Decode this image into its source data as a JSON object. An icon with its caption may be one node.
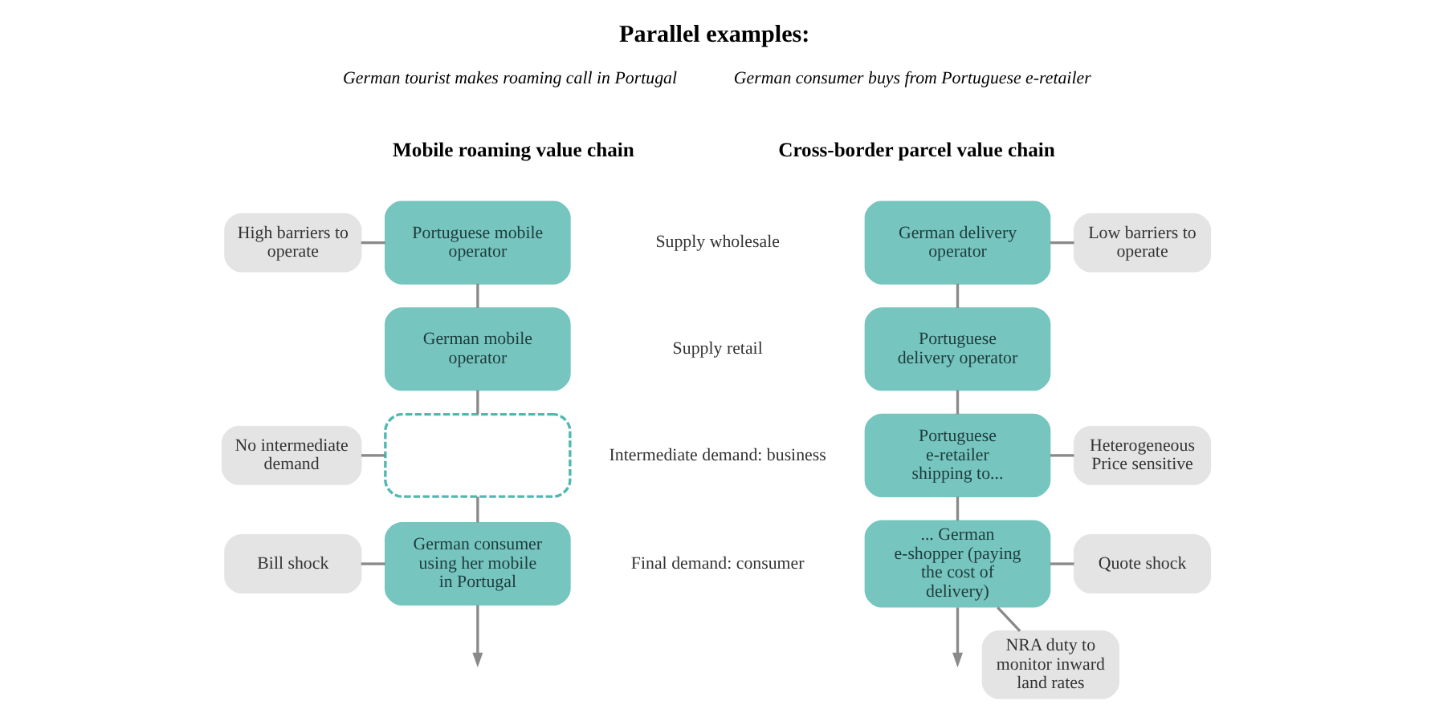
{
  "diagram": {
    "title": "Parallel examples:",
    "nodes": [
      {
        "text": [
          "Portuguese mobile operator"
        ]
      },
      {
        "text": [
          "German mobile operator"
        ]
      },
      {
        "text": [],
        "shape": "box"
      },
      {
        "text": [
          "German consumer using her mobile in Portugal"
        ]
      },
      {
        "text": [
          "High barriers to operate"
        ]
      },
      {
        "text": [
          "No intermediate demand"
        ]
      },
      {
        "text": [
          "Bill shock"
        ]
      },
      {
        "text": [
          "German delivery operator"
        ]
      },
      {
        "text": [
          "Portuguese delivery operator"
        ]
      },
      {
        "text": [
          "Portuguese e-retailer shipping to..."
        ]
      },
      {
        "text": [
          "... German e-shopper (paying the cost of delivery)"
        ]
      },
      {
        "text": [
          "Low barriers to operate"
        ]
      },
      {
        "text": [
          "Heterogeneous Price sensitive"
        ]
      },
      {
        "text": [
          "Quote shock"
        ]
      },
      {
        "text": [
          "NRA duty to monitor inward land rates"
        ]
      }
    ],
    "edges": [
      {
        "from": 0,
        "to": 1,
        "arrow": "none"
      },
      {
        "from": 1,
        "to": 2,
        "arrow": "none"
      },
      {
        "from": 2,
        "to": 3,
        "arrow": "none"
      },
      {
        "from": 3,
        "to": null,
        "arrow": "to"
      },
      {
        "from": 4,
        "to": 0,
        "arrow": "none"
      },
      {
        "from": 5,
        "to": 2,
        "arrow": "none"
      },
      {
        "from": 6,
        "to": 3,
        "arrow": "none"
      },
      {
        "from": 7,
        "to": 8,
        "arrow": "none"
      },
      {
        "from": 8,
        "to": 9,
        "arrow": "none"
      },
      {
        "from": 9,
        "to": 10,
        "arrow": "none"
      },
      {
        "from": 10,
        "to": null,
        "arrow": "to"
      },
      {
        "from": 7,
        "to": 11,
        "arrow": "none"
      },
      {
        "from": 9,
        "to": 12,
        "arrow": "none"
      },
      {
        "from": 10,
        "to": 13,
        "arrow": "none"
      },
      {
        "from": 10,
        "to": 14,
        "arrow": "none"
      }
    ],
    "labels": [
      "German tourist makes roaming call in Portugal",
      "German consumer buys from Portuguese e-retailer",
      "Mobile roaming value chain",
      "Cross-border parcel value chain",
      "Supply wholesale",
      "Supply retail",
      "Intermediate demand: business",
      "Final demand: consumer"
    ]
  }
}
